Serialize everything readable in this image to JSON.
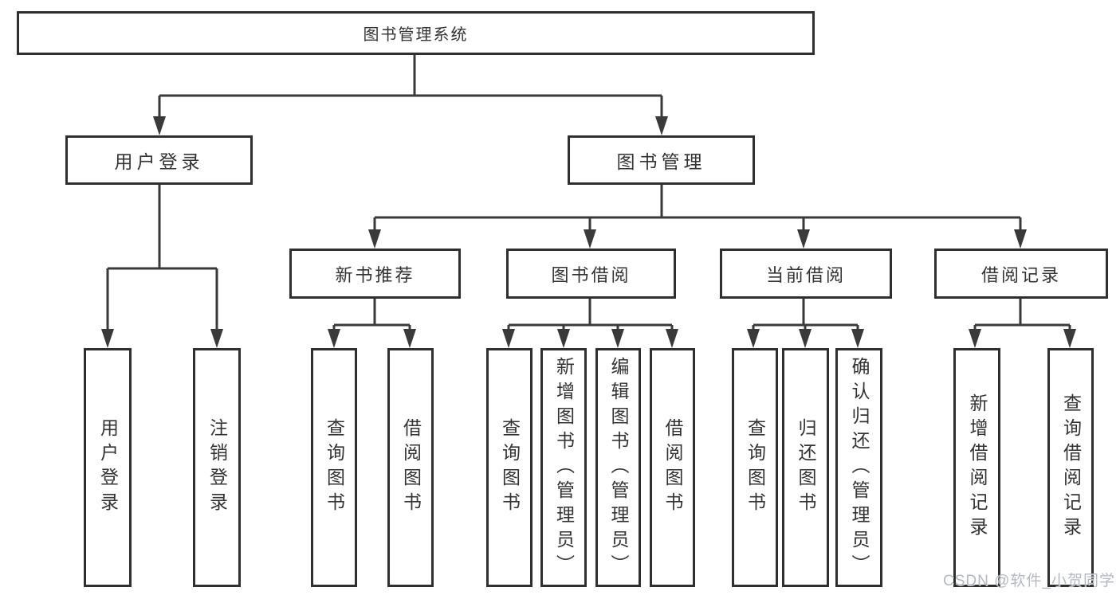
{
  "colors": {
    "line": "#3a3a3a",
    "border": "#2f2f2f",
    "text": "#333333",
    "bg": "#ffffff",
    "watermark": "#b4b7c6"
  },
  "tree": {
    "label": "图书管理系统",
    "children": [
      {
        "label": "用户登录",
        "children": [
          {
            "label": "用户登录"
          },
          {
            "label": "注销登录"
          }
        ]
      },
      {
        "label": "图书管理",
        "children": [
          {
            "label": "新书推荐",
            "children": [
              {
                "label": "查询图书"
              },
              {
                "label": "借阅图书"
              }
            ]
          },
          {
            "label": "图书借阅",
            "children": [
              {
                "label": "查询图书"
              },
              {
                "label": "新增图书（管理员）"
              },
              {
                "label": "编辑图书（管理员）"
              },
              {
                "label": "借阅图书"
              }
            ]
          },
          {
            "label": "当前借阅",
            "children": [
              {
                "label": "查询图书"
              },
              {
                "label": "归还图书"
              },
              {
                "label": "确认归还（管理员）"
              }
            ]
          },
          {
            "label": "借阅记录",
            "children": [
              {
                "label": "新增借阅记录"
              },
              {
                "label": "查询借阅记录"
              }
            ]
          }
        ]
      }
    ]
  },
  "watermark": {
    "text": "CSDN @软件_小贺同学"
  }
}
